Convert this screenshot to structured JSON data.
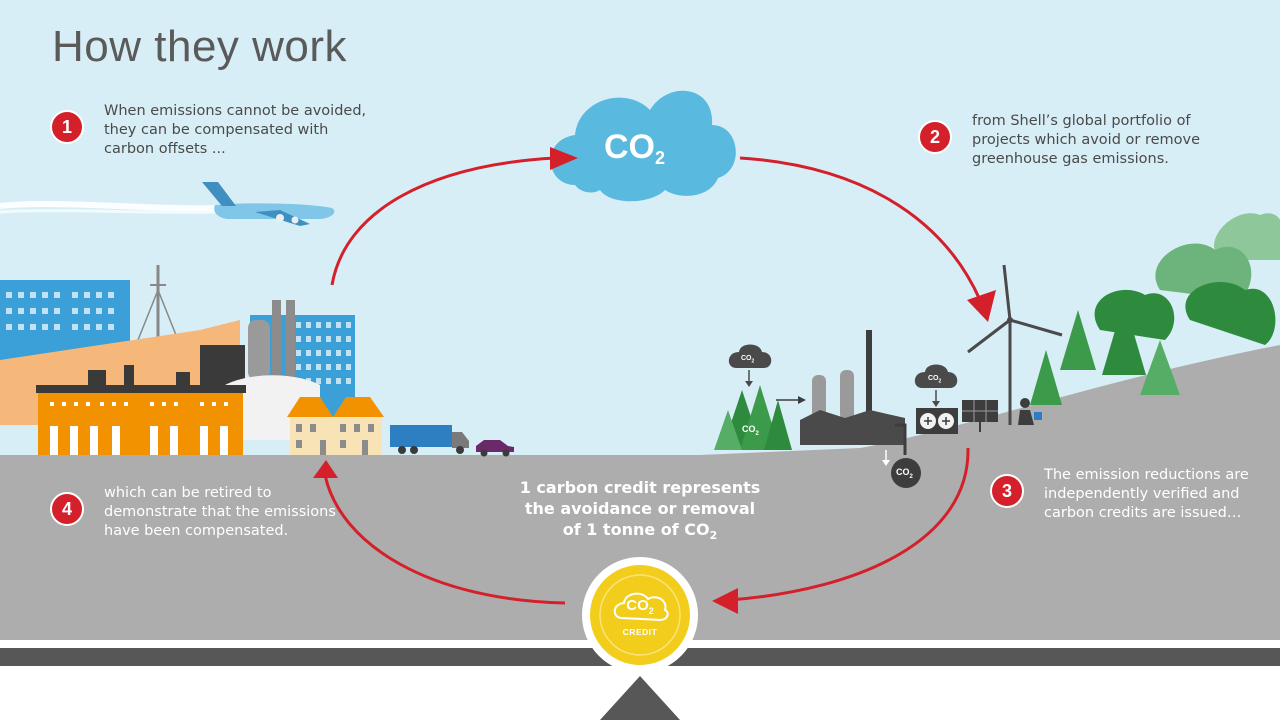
{
  "title": "How they work",
  "steps": [
    {
      "number": "1",
      "text": "When emissions cannot be avoided, they can be compensated with carbon offsets ..."
    },
    {
      "number": "2",
      "text": "from Shell’s global portfolio of projects which avoid or remove greenhouse gas emissions."
    },
    {
      "number": "3",
      "text": "The emission reductions are independently verified and carbon credits are issued…"
    },
    {
      "number": "4",
      "text": "which can be retired to demonstrate that the emissions have been compensated."
    }
  ],
  "center_statement": {
    "line1": "1 carbon credit represents",
    "line2": "the avoidance or removal",
    "line3": "of 1 tonne of CO",
    "line3_sub": "2"
  },
  "cloud": {
    "label": "CO",
    "sub": "2"
  },
  "coin": {
    "label": "CO",
    "sub": "2",
    "caption": "CREDIT"
  },
  "mini_co2": {
    "label": "CO",
    "sub": "2"
  },
  "colors": {
    "sky": "#d8eef6",
    "ground": "#a9a9a9",
    "arrow": "#d4202a",
    "badge": "#d4202a",
    "cloud": "#5ab9df",
    "coin": "#f2cd1c",
    "factory": "#f39200",
    "trees": "#2e8b3e"
  }
}
